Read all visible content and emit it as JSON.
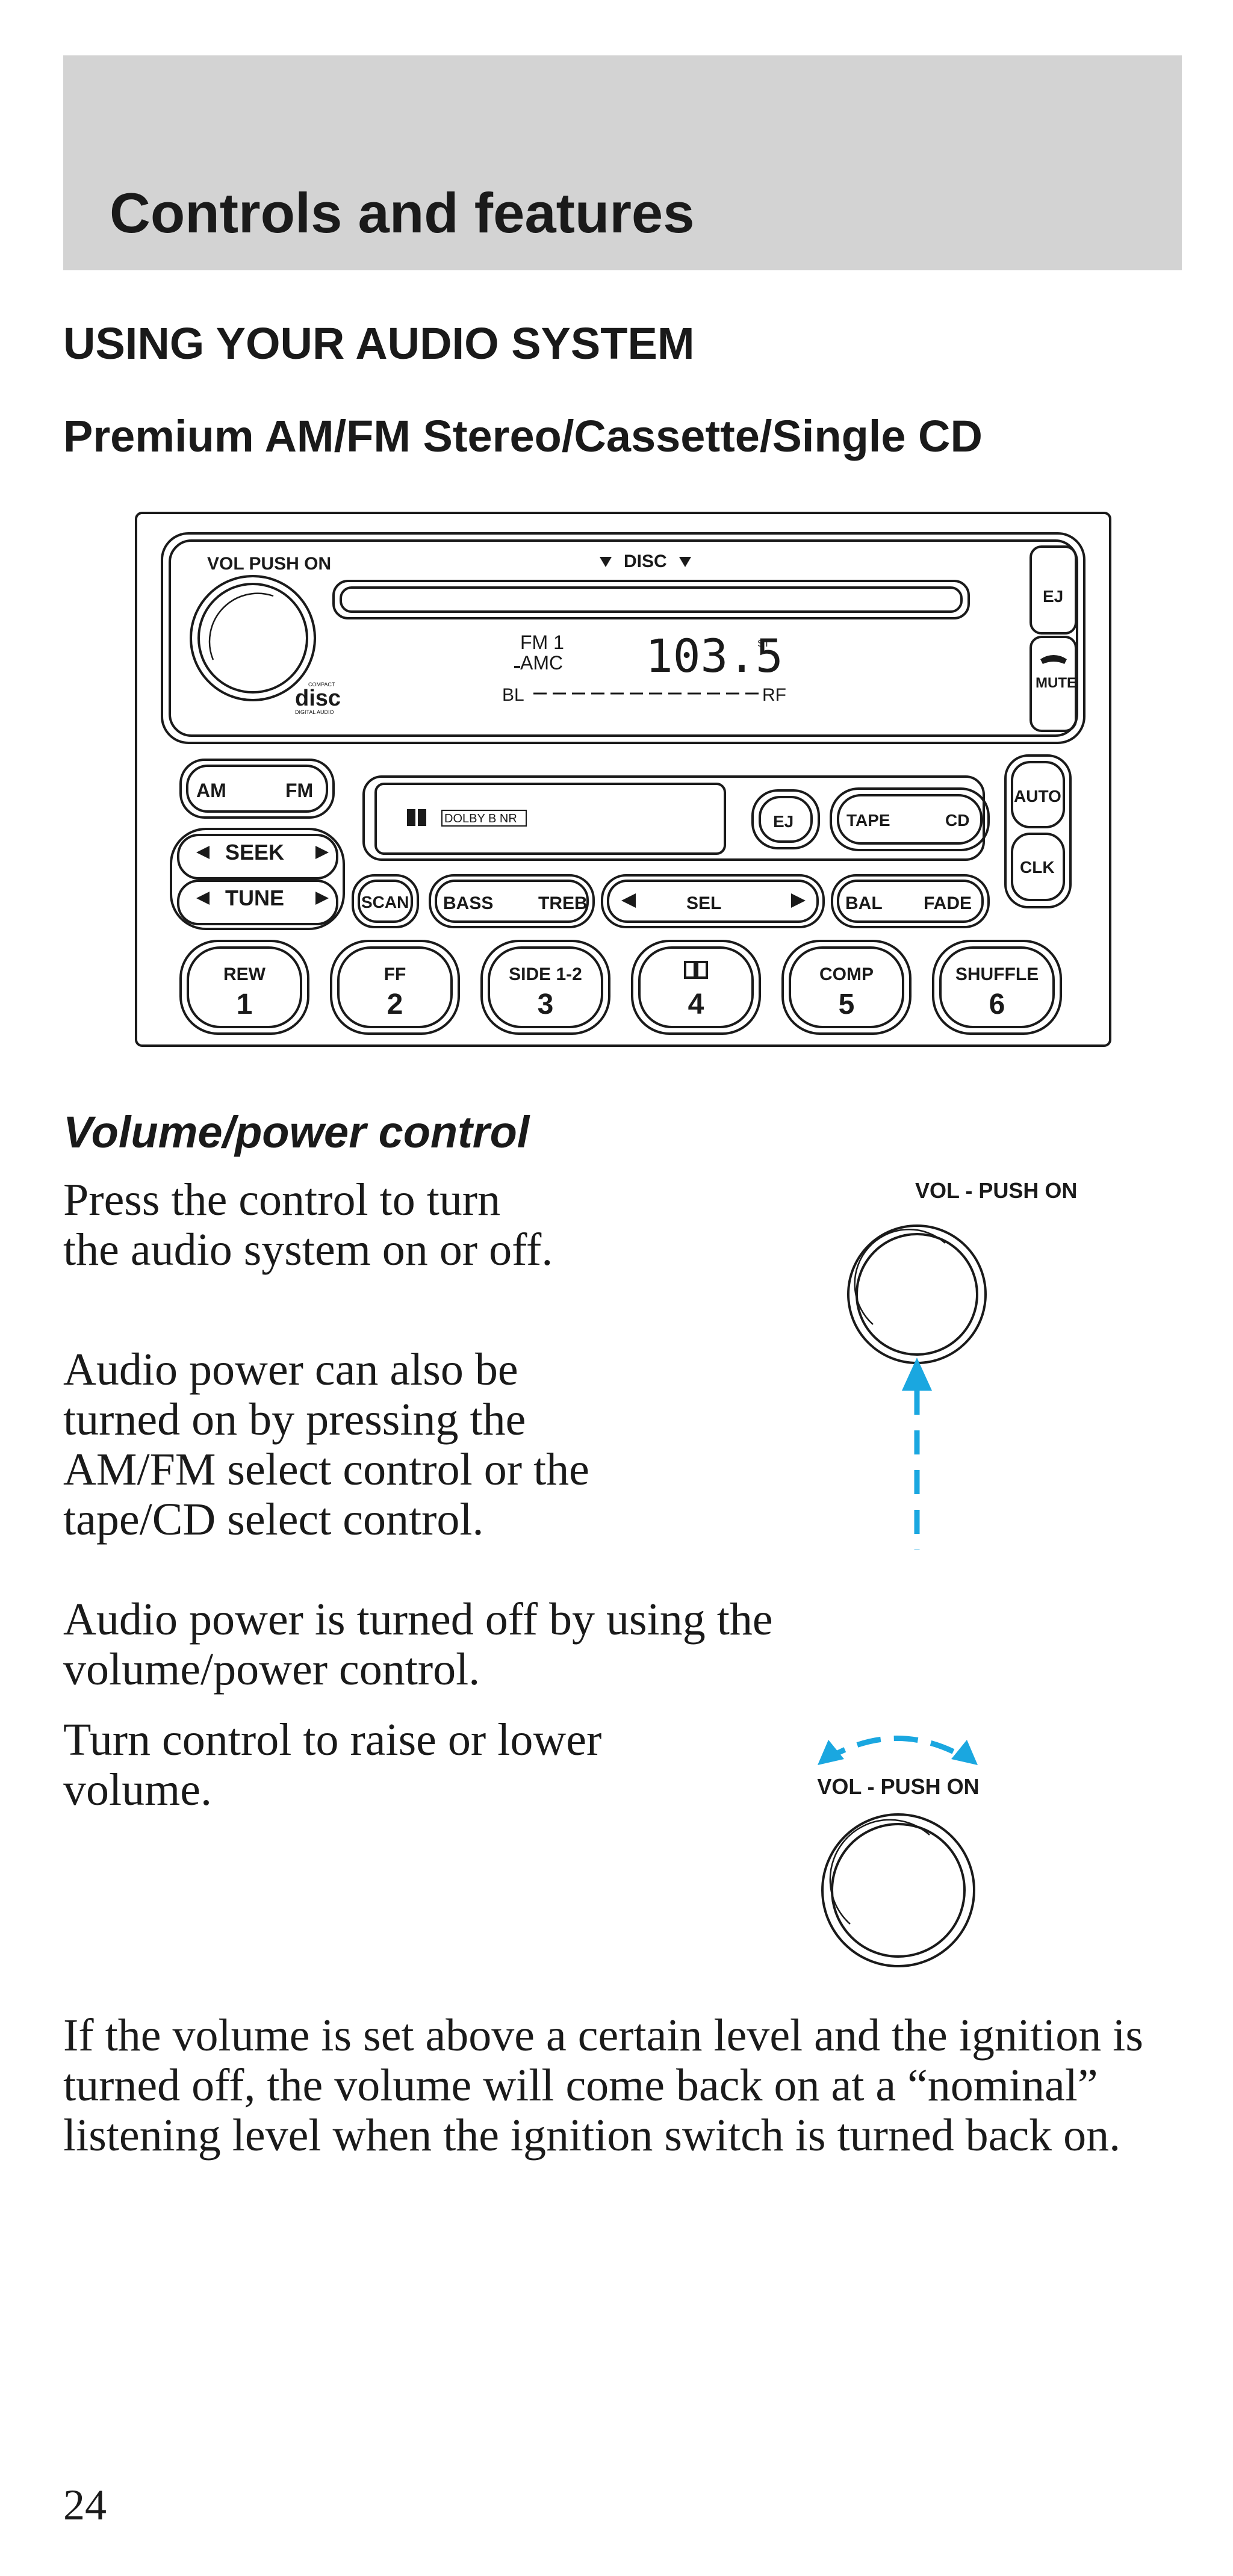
{
  "header": {
    "chapter_title": "Controls and features"
  },
  "section": {
    "heading": "USING YOUR AUDIO SYSTEM",
    "subheading": "Premium AM/FM Stereo/Cassette/Single CD"
  },
  "radio": {
    "vol_label": "VOL PUSH ON",
    "disc_label": "DISC",
    "eject_label": "EJ",
    "mute_label": "MUTE",
    "band_label": "FM 1",
    "amc_label": "AMC",
    "frequency": "103.5",
    "stereo_indicator": "ST",
    "bl_label": "BL",
    "rf_label": "RF",
    "cd_logo_top": "COMPACT",
    "cd_logo_main": "disc",
    "cd_logo_bottom": "DIGITAL AUDIO",
    "am_label": "AM",
    "fm_label": "FM",
    "dolby_label": "DOLBY B NR",
    "tape_eject_label": "EJ",
    "tape_label": "TAPE",
    "cd_label": "CD",
    "auto_label": "AUTO",
    "clk_label": "CLK",
    "seek_label": "SEEK",
    "tune_label": "TUNE",
    "scan_label": "SCAN",
    "bass_label": "BASS",
    "treb_label": "TREB",
    "sel_label": "SEL",
    "bal_label": "BAL",
    "fade_label": "FADE",
    "presets": [
      {
        "top": "REW",
        "num": "1"
      },
      {
        "top": "FF",
        "num": "2"
      },
      {
        "top": "SIDE 1-2",
        "num": "3"
      },
      {
        "top": "",
        "num": "4"
      },
      {
        "top": "COMP",
        "num": "5"
      },
      {
        "top": "SHUFFLE",
        "num": "6"
      }
    ]
  },
  "volume_section": {
    "heading": "Volume/power control",
    "para1": "Press the control to turn the audio system on or off.",
    "para2": "Audio power can also be turned on by pressing the AM/FM select control or the tape/CD select control.",
    "para2b": "Audio power is turned off by using the volume/power control.",
    "para3": "Turn control to raise or lower volume.",
    "knob1_label": "VOL - PUSH ON",
    "knob2_label": "VOL - PUSH ON",
    "para4": "If the volume is set above a certain level and the ignition is turned off, the volume will come back on at a “nominal” listening level when the ignition switch is turned back on."
  },
  "colors": {
    "arrow_blue": "#1aa7e0",
    "header_gray": "#d3d3d3",
    "text": "#1a1a1a"
  },
  "footer": {
    "page_number": "24"
  }
}
